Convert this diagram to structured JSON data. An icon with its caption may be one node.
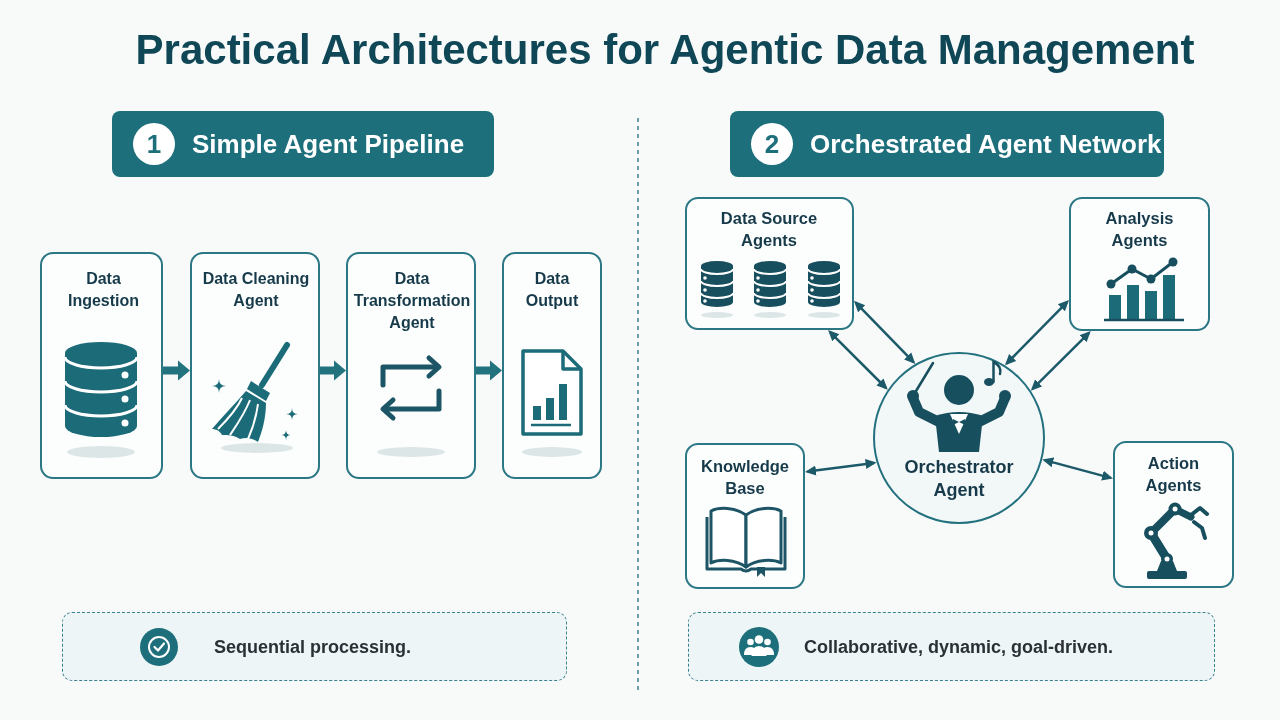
{
  "diagram": {
    "title": "Practical Architectures for Agentic Data Management",
    "nodes": [
      {
        "text": [
          "1",
          "Simple Agent Pipeline"
        ]
      },
      {
        "text": [
          "Data Ingestion"
        ]
      },
      {
        "text": [
          "Data Cleaning Agent"
        ]
      },
      {
        "text": [
          "Data Transformation Agent"
        ]
      },
      {
        "text": [
          "Data Output"
        ]
      },
      {
        "text": [
          "Sequential processing."
        ]
      },
      {
        "text": [
          "2",
          "Orchestrated Agent Network"
        ]
      },
      {
        "text": [
          "Data Source Agents"
        ]
      },
      {
        "text": [
          "Analysis Agents"
        ]
      },
      {
        "text": [
          "Orchestrator Agent"
        ]
      },
      {
        "text": [
          "Knowledge Base"
        ]
      },
      {
        "text": [
          "Action Agents"
        ]
      },
      {
        "text": [
          "Collaborative, dynamic, goal-driven."
        ]
      }
    ],
    "edges": [
      {
        "from": 1,
        "to": 2,
        "arrow": "to",
        "style": "thick"
      },
      {
        "from": 2,
        "to": 3,
        "arrow": "to",
        "style": "thick"
      },
      {
        "from": 3,
        "to": 4,
        "arrow": "to",
        "style": "thick"
      },
      {
        "from": 7,
        "to": 9,
        "arrow": "both"
      },
      {
        "from": 7,
        "to": 9,
        "arrow": "both"
      },
      {
        "from": 8,
        "to": 9,
        "arrow": "both"
      },
      {
        "from": 8,
        "to": 9,
        "arrow": "both"
      },
      {
        "from": 10,
        "to": 9,
        "arrow": "both"
      },
      {
        "from": 11,
        "to": 9,
        "arrow": "both"
      }
    ]
  }
}
